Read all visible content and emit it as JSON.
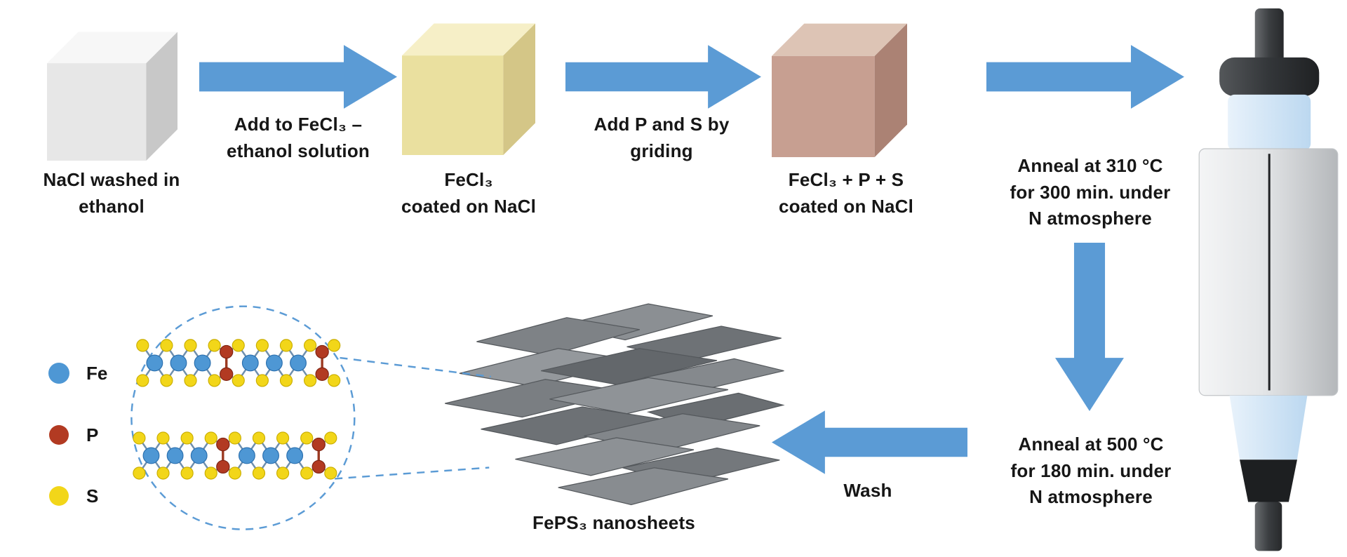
{
  "figure": {
    "background": "#ffffff"
  },
  "colors": {
    "arrow": "#5b9bd5",
    "fe": "#4e97d4",
    "p": "#b23a22",
    "s": "#f2d619"
  },
  "cubes": {
    "nacl": {
      "top": "#f7f7f7",
      "front": "#e7e7e7",
      "side": "#c8c8c8"
    },
    "fecl3": {
      "top": "#f6efc7",
      "front": "#eae09f",
      "side": "#d4c687"
    },
    "fecl3_p_s": {
      "top": "#ddc4b5",
      "front": "#c79f91",
      "side": "#ab8274"
    }
  },
  "steps": {
    "cube1_label": "NaCl washed in\nethanol",
    "arrow1_label": "Add to FeCl₃ –\nethanol solution",
    "cube2_label": "FeCl₃\ncoated on NaCl",
    "arrow2_label": "Add P and S by\ngriding",
    "cube3_label": "FeCl₃ + P + S\ncoated on NaCl",
    "anneal1_label": "Anneal at 310 °C\nfor 300 min. under\nN atmosphere",
    "anneal2_label": "Anneal at 500 °C\nfor 180 min. under\nN atmosphere",
    "wash_label": "Wash",
    "product_label": "FePS₃ nanosheets"
  },
  "legend": {
    "items": [
      {
        "label": "Fe",
        "color": "#4e97d4"
      },
      {
        "label": "P",
        "color": "#b23a22"
      },
      {
        "label": "S",
        "color": "#f2d619"
      }
    ]
  }
}
